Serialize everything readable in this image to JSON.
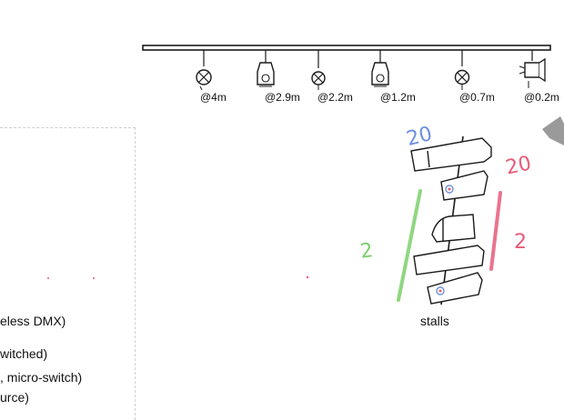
{
  "bar": {
    "fixtures": [
      {
        "type": "par-can",
        "label": "@4m"
      },
      {
        "type": "profile-spot",
        "label": "@2.9m"
      },
      {
        "type": "par-can",
        "label": "@2.2m"
      },
      {
        "type": "profile-spot",
        "label": "@1.2m"
      },
      {
        "type": "par-can",
        "label": "@0.7m"
      },
      {
        "type": "floodlight",
        "label": "@0.2m"
      }
    ]
  },
  "key": {
    "lines": [
      "eless DMX)",
      "witched)",
      ", micro-switch)",
      "urce)"
    ]
  },
  "stalls": {
    "label": "stalls",
    "annotations": {
      "blue": "20",
      "red_top": "20",
      "red_bottom": "2",
      "green": "2"
    }
  },
  "colors": {
    "ink": "#1a1a1a",
    "blue_marker": "#6c8fe0",
    "red_marker": "#e85a78",
    "green_marker": "#7ad06a",
    "grey_mark": "#9a9a9a"
  }
}
